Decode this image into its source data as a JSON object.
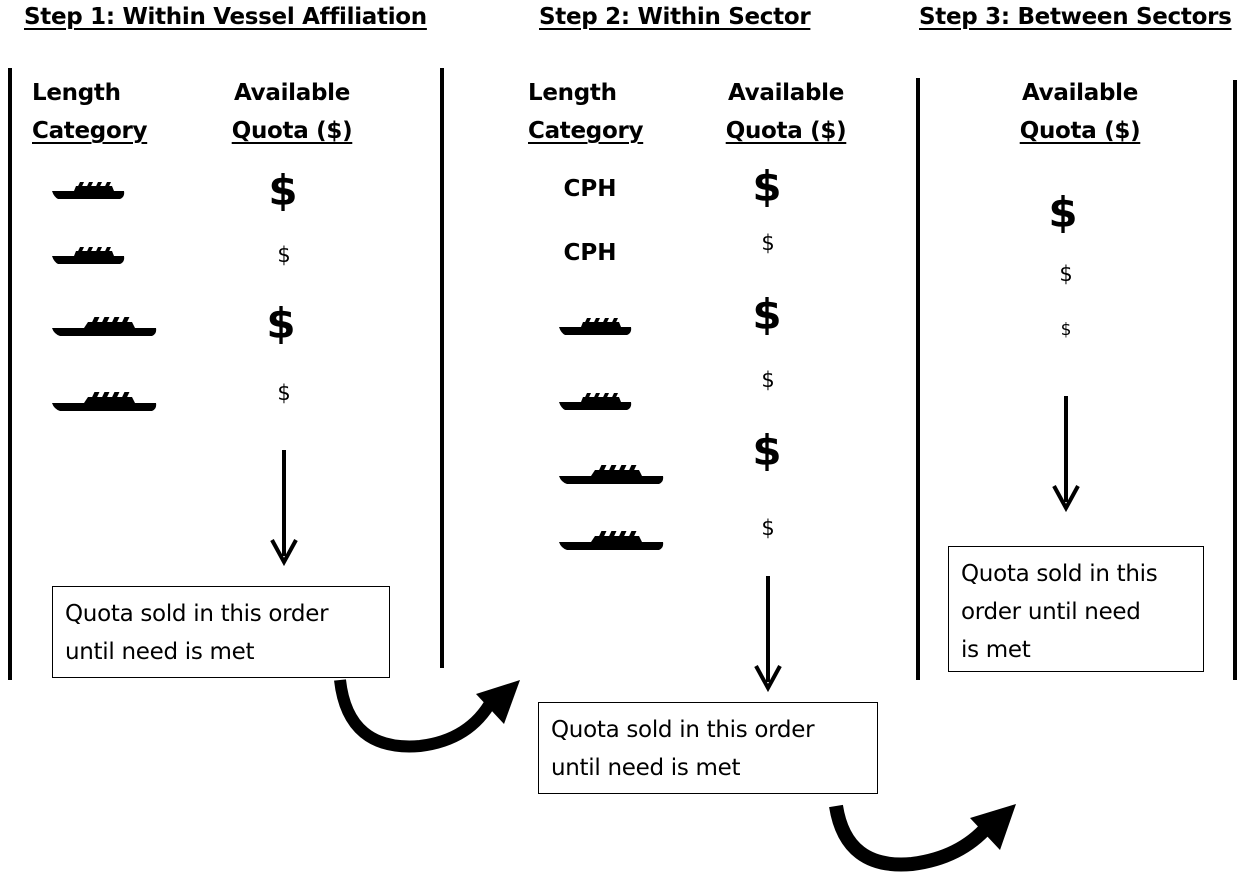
{
  "steps": [
    {
      "title": "Step 1: Within Vessel Affiliation",
      "headers": {
        "length_line1": "Length",
        "length_line2": "Category",
        "quota_line1": "Available",
        "quota_line2": "Quota ($)"
      },
      "rows": [
        {
          "length": "ship-small-icon",
          "quota": "$",
          "quota_size": "big"
        },
        {
          "length": "ship-small-icon",
          "quota": "$",
          "quota_size": "small"
        },
        {
          "length": "ship-large-icon",
          "quota": "$",
          "quota_size": "big"
        },
        {
          "length": "ship-large-icon",
          "quota": "$",
          "quota_size": "small"
        }
      ],
      "note": [
        "Quota sold in this order",
        "until need is met"
      ]
    },
    {
      "title": "Step 2: Within Sector",
      "headers": {
        "length_line1": "Length",
        "length_line2": "Category",
        "quota_line1": "Available",
        "quota_line2": "Quota ($)"
      },
      "rows": [
        {
          "length": "CPH",
          "quota": "$",
          "quota_size": "big"
        },
        {
          "length": "CPH",
          "quota": "$",
          "quota_size": "small"
        },
        {
          "length": "ship-small-icon",
          "quota": "$",
          "quota_size": "big"
        },
        {
          "length": "ship-small-icon",
          "quota": "$",
          "quota_size": "small"
        },
        {
          "length": "ship-large-icon",
          "quota": "$",
          "quota_size": "big"
        },
        {
          "length": "ship-large-icon",
          "quota": "$",
          "quota_size": "small"
        }
      ],
      "note": [
        "Quota sold in this order",
        "until need is met"
      ]
    },
    {
      "title": "Step 3: Between Sectors",
      "headers": {
        "quota_line1": "Available",
        "quota_line2": "Quota ($)"
      },
      "rows": [
        {
          "quota": "$",
          "quota_size": "big"
        },
        {
          "quota": "$",
          "quota_size": "small"
        },
        {
          "quota": "$",
          "quota_size": "tiny"
        }
      ],
      "note": [
        "Quota sold in this",
        "order until need",
        "is met"
      ]
    }
  ],
  "icons": {
    "down_arrow": "arrow-down-icon",
    "curved_arrow": "curved-arrow-icon",
    "vessel": "ship-icon"
  },
  "colors": {
    "foreground": "#000000",
    "background": "#ffffff"
  }
}
